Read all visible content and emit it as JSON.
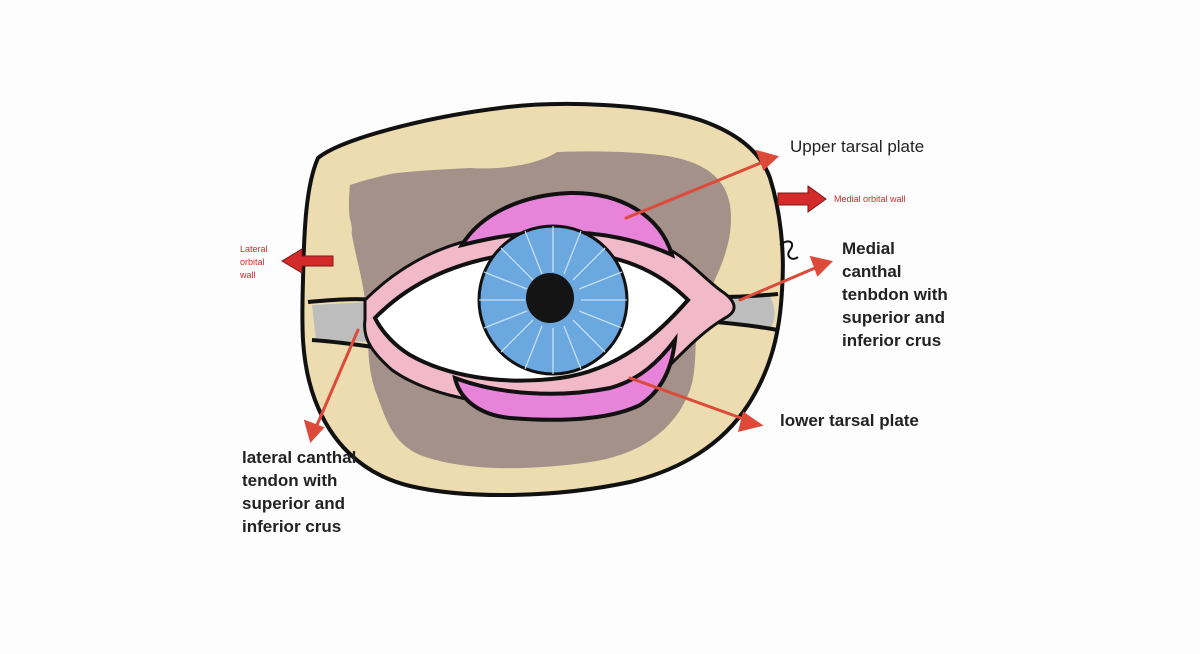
{
  "labels": {
    "upper_tarsal_plate": "Upper tarsal plate",
    "lower_tarsal_plate": "lower tarsal plate",
    "medial_canthal_tendon": "Medial\ncanthal\ntenbdon with\nsuperior and\ninferior crus",
    "lateral_canthal_tendon": "lateral canthal\ntendon with\nsuperior and\ninferior crus",
    "medial_orbital_wall": "Medial orbital wall",
    "lateral_orbital_wall": "Lateral\norbital\nwall"
  },
  "colors": {
    "bone": "#ecdcaf",
    "soft_tissue": "#a49189",
    "tarsal_plate": "#e783d9",
    "conjunctiva": "#f2b9c8",
    "iris": "#6aa8df",
    "pupil": "#141414",
    "tendon": "#bdbdbd",
    "annotation_arrow": "#dd4a3a",
    "outline": "#111111"
  }
}
